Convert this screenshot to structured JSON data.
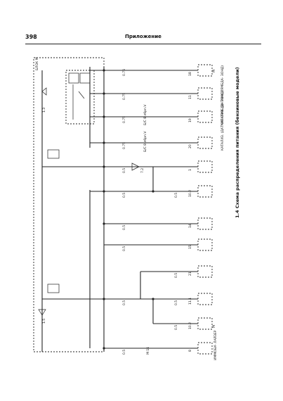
{
  "header": {
    "page_number": "398",
    "running_title": "Приложение"
  },
  "caption": "1.4 Схема распределения питания (бензиновые модели)",
  "diagram": {
    "box_label": "БЛОК М",
    "ground_labels": [
      "1.3",
      "1.5"
    ],
    "wire_labels": [
      "0.75",
      "0.75",
      "0.75",
      "0.75",
      "0.5",
      "0.5",
      "0.5",
      "0.5",
      "0.5",
      "0.5",
      "0.5",
      "0.5",
      "0.5",
      "0.5"
    ],
    "pin_labels": [
      "18",
      "11",
      "19",
      "20",
      "1",
      "10.2",
      "14",
      "15",
      "21",
      "11.1",
      "10.2",
      "8"
    ],
    "right_labels": [
      "Б/С 8 лбрп.V",
      "Б/С 8 лбрп.V",
      "7.2",
      "М 11"
    ],
    "connectors": [
      "КАТАЛИЗ. (ДАТЧИК ЛЯМБДА- ЗОНД)",
      "КАТАЛИЗ. (ДАТЧИК ЛЯМБДА- ЗОНД)",
      "ИММОБИ- ЛАЙЗЕР"
    ],
    "connector_numbers": [
      "М",
      "М"
    ]
  }
}
